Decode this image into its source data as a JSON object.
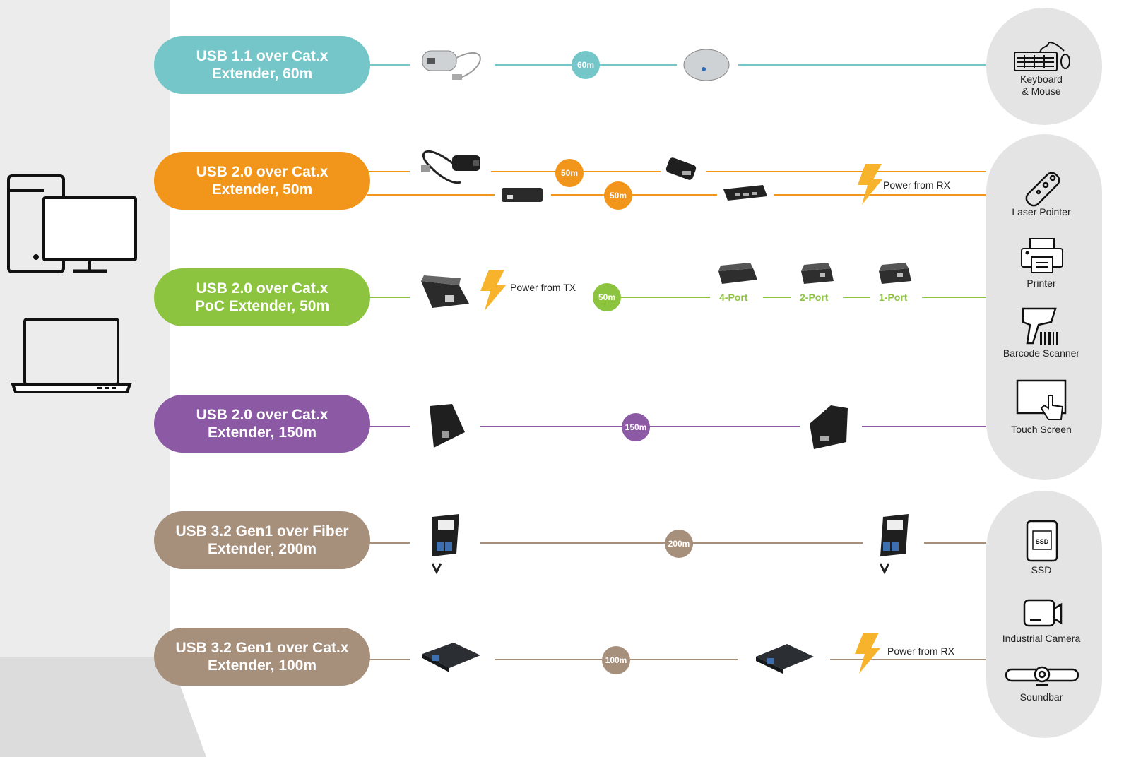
{
  "colors": {
    "teal": "#74c6c8",
    "orange": "#f2951b",
    "green": "#8cc43f",
    "purple": "#8c5aa5",
    "brown": "#a68f7b",
    "lightning": "#f7b32b",
    "panel_gray": "#e4e4e4",
    "wall_gray": "#ececec"
  },
  "rows": [
    {
      "label_line1": "USB 1.1 over Cat.x",
      "label_line2": "Extender, 60m",
      "distance": "60m",
      "color": "#74c6c8"
    },
    {
      "label_line1": "USB 2.0 over Cat.x",
      "label_line2": "Extender, 50m",
      "distance": "50m",
      "distance2": "50m",
      "power": "Power from RX",
      "color": "#f2951b"
    },
    {
      "label_line1": "USB 2.0 over Cat.x",
      "label_line2": "PoC Extender, 50m",
      "distance": "50m",
      "power": "Power from TX",
      "ports": [
        "4-Port",
        "2-Port",
        "1-Port"
      ],
      "color": "#8cc43f"
    },
    {
      "label_line1": "USB 2.0 over Cat.x",
      "label_line2": "Extender, 150m",
      "distance": "150m",
      "color": "#8c5aa5"
    },
    {
      "label_line1": "USB 3.2 Gen1 over Fiber",
      "label_line2": "Extender, 200m",
      "distance": "200m",
      "color": "#a68f7b"
    },
    {
      "label_line1": "USB 3.2 Gen1 over Cat.x",
      "label_line2": "Extender, 100m",
      "distance": "100m",
      "power": "Power from RX",
      "color": "#a68f7b"
    }
  ],
  "devices": {
    "keyboard_mouse": {
      "line1": "Keyboard",
      "line2": "& Mouse",
      "icon": "keyboard-mouse-icon"
    },
    "laser_pointer": {
      "label": "Laser Pointer",
      "icon": "laser-pointer-icon"
    },
    "printer": {
      "label": "Printer",
      "icon": "printer-icon"
    },
    "barcode_scanner": {
      "label": "Barcode Scanner",
      "icon": "barcode-scanner-icon"
    },
    "touch_screen": {
      "label": "Touch Screen",
      "icon": "touch-screen-icon"
    },
    "ssd": {
      "label": "SSD",
      "icon_text": "SSD",
      "icon": "ssd-icon"
    },
    "industrial_camera": {
      "label": "Industrial Camera",
      "icon": "camera-icon"
    },
    "soundbar": {
      "label": "Soundbar",
      "icon": "soundbar-icon"
    }
  },
  "host_icons": [
    "desktop-computer-icon",
    "laptop-icon"
  ]
}
